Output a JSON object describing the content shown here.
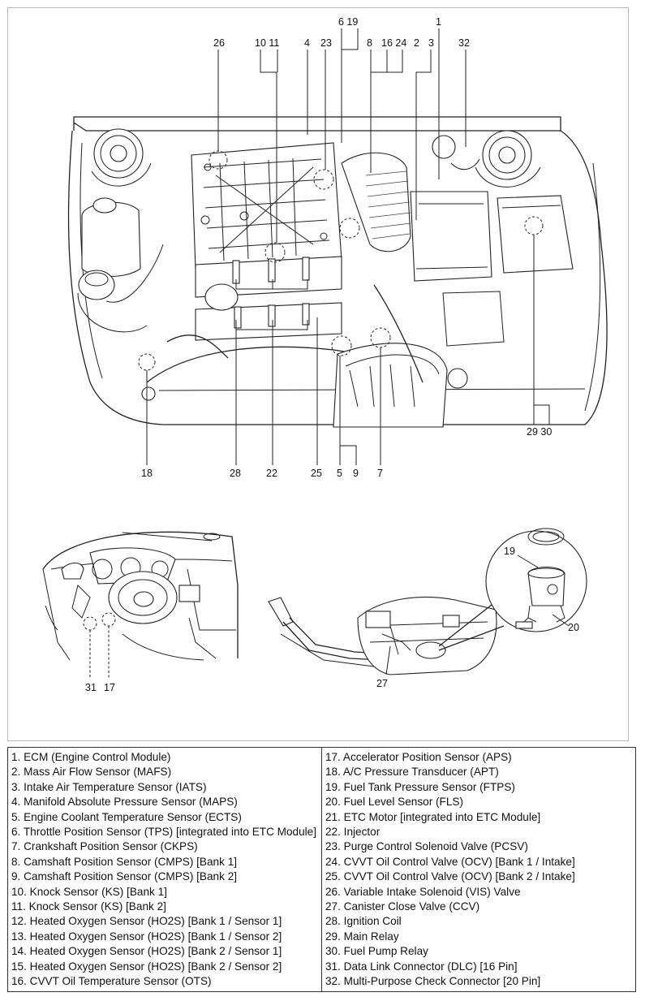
{
  "engine_callouts": {
    "n26": "26",
    "n10_11": "10 11",
    "n4": "4",
    "n6_19": "6 19",
    "n23": "23",
    "n8": "8",
    "n16_24": "16 24",
    "n2": "2",
    "n3": "3",
    "n1": "1",
    "n32": "32",
    "n18": "18",
    "n28": "28",
    "n22": "22",
    "n25": "25",
    "n5": "5",
    "n9": "9",
    "n7": "7",
    "n29_30": "29 30"
  },
  "interior_callouts": {
    "n31": "31",
    "n17": "17"
  },
  "fuel_callouts": {
    "n19": "19",
    "n20": "20",
    "n27": "27"
  },
  "legend": {
    "left": [
      "1. ECM (Engine Control Module)",
      "2. Mass Air Flow Sensor (MAFS)",
      "3. Intake Air Temperature Sensor (IATS)",
      "4. Manifold Absolute Pressure Sensor (MAPS)",
      "5. Engine Coolant Temperature Sensor (ECTS)",
      "6. Throttle Position Sensor (TPS) [integrated into ETC Module]",
      "7. Crankshaft Position Sensor (CKPS)",
      "8. Camshaft Position Sensor (CMPS) [Bank 1]",
      "9. Camshaft Position Sensor (CMPS) [Bank 2]",
      "10. Knock Sensor (KS) [Bank 1]",
      "11. Knock Sensor (KS) [Bank 2]",
      "12. Heated Oxygen Sensor (HO2S) [Bank 1 / Sensor 1]",
      "13. Heated Oxygen Sensor (HO2S) [Bank 1 / Sensor 2]",
      "14. Heated Oxygen Sensor (HO2S) [Bank 2 / Sensor 1]",
      "15. Heated Oxygen Sensor (HO2S) [Bank 2 / Sensor 2]",
      "16. CVVT Oil Temperature Sensor (OTS)"
    ],
    "right": [
      "17. Accelerator Position Sensor (APS)",
      "18. A/C Pressure Transducer (APT)",
      "19. Fuel Tank Pressure Sensor (FTPS)",
      "20. Fuel Level Sensor (FLS)",
      "21. ETC Motor [integrated into ETC Module]",
      "22. Injector",
      "23. Purge Control Solenoid Valve (PCSV)",
      "24. CVVT Oil Control Valve (OCV) [Bank 1 / Intake]",
      "25. CVVT Oil Control Valve (OCV) [Bank 2 / Intake]",
      "26. Variable Intake Solenoid (VIS) Valve",
      "27. Canister Close Valve (CCV)",
      "28. Ignition Coil",
      "29. Main Relay",
      "30. Fuel Pump Relay",
      "31. Data Link Connector (DLC) [16 Pin]",
      "32. Multi-Purpose Check Connector [20 Pin]"
    ]
  }
}
